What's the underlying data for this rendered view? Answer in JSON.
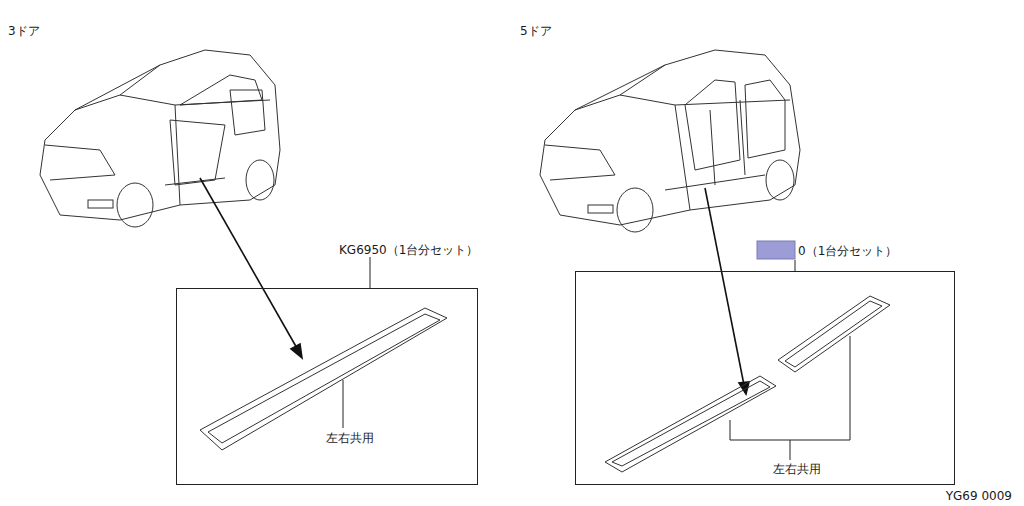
{
  "diagram": {
    "nodes": [
      {
        "text": [
          "KG6950（1台分セット）",
          "左右共用"
        ]
      },
      {
        "text": [
          "0（1台分セット）",
          "左右共用"
        ]
      }
    ],
    "labels": [
      "3ドア",
      "5ドア",
      "YG69 0009"
    ]
  }
}
